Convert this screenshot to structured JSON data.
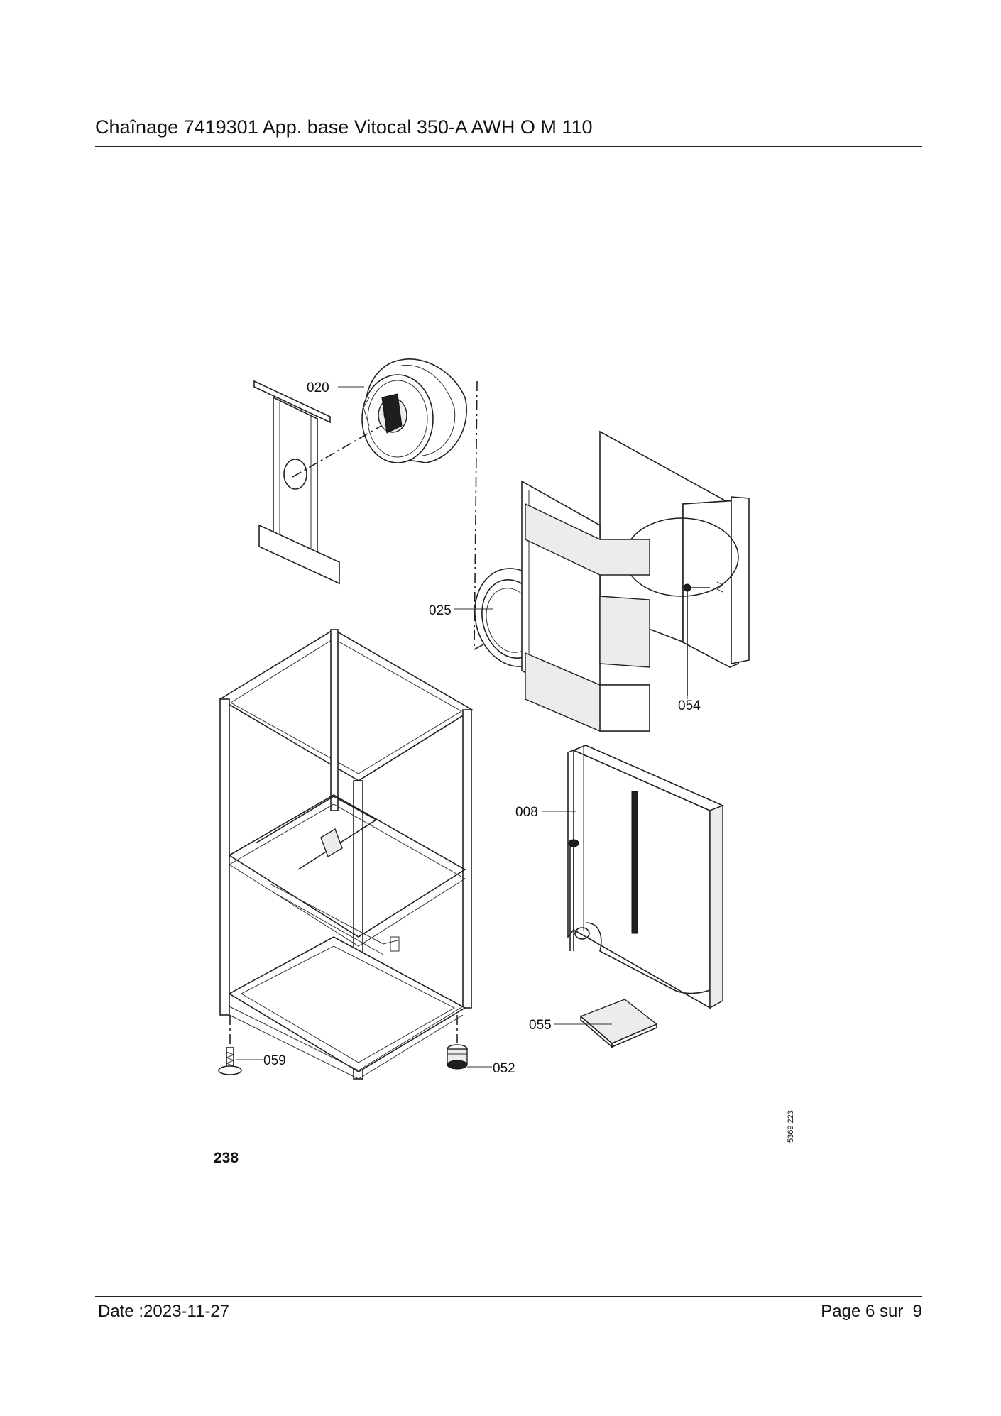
{
  "header": {
    "title": "Chaînage 7419301 App. base Vitocal 350-A AWH O M 110"
  },
  "diagram": {
    "callouts": {
      "fan": "020",
      "nozzle_ring": "025",
      "sensor": "054",
      "evaporator": "008",
      "document_pack": "055",
      "foot_screw": "059",
      "damper_foot": "052"
    },
    "figure_number": "238",
    "drawing_code": "5369 223"
  },
  "footer": {
    "date": "Date :2023-11-27",
    "page": "Page 6 sur  9"
  }
}
